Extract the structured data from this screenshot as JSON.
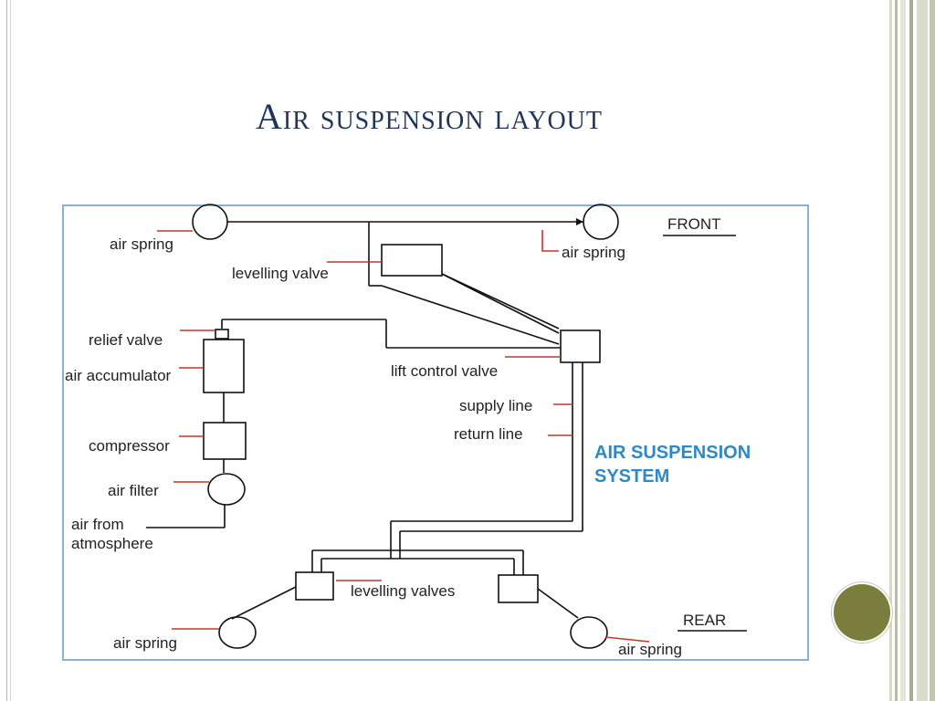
{
  "slide": {
    "title": "Air suspension layout"
  },
  "diagram": {
    "labels": {
      "air_spring_front_left": "air spring",
      "air_spring_front_right": "air spring",
      "front": "FRONT",
      "levelling_valve": "levelling valve",
      "relief_valve": "relief valve",
      "air_accumulator": "air accumulator",
      "lift_control_valve": "lift control valve",
      "supply_line": "supply line",
      "return_line": "return line",
      "compressor": "compressor",
      "air_filter": "air filter",
      "air_from_line1": "air from",
      "air_from_line2": "atmosphere",
      "system_title_line1": "AIR SUSPENSION",
      "system_title_line2": "SYSTEM",
      "levelling_valves": "levelling valves",
      "rear": "REAR",
      "air_spring_rear_left": "air spring",
      "air_spring_rear_right": "air spring"
    },
    "colors": {
      "leader": "#c0392b",
      "line": "#111111",
      "title": "#2c8ac7",
      "frame": "#8eaed4"
    }
  }
}
